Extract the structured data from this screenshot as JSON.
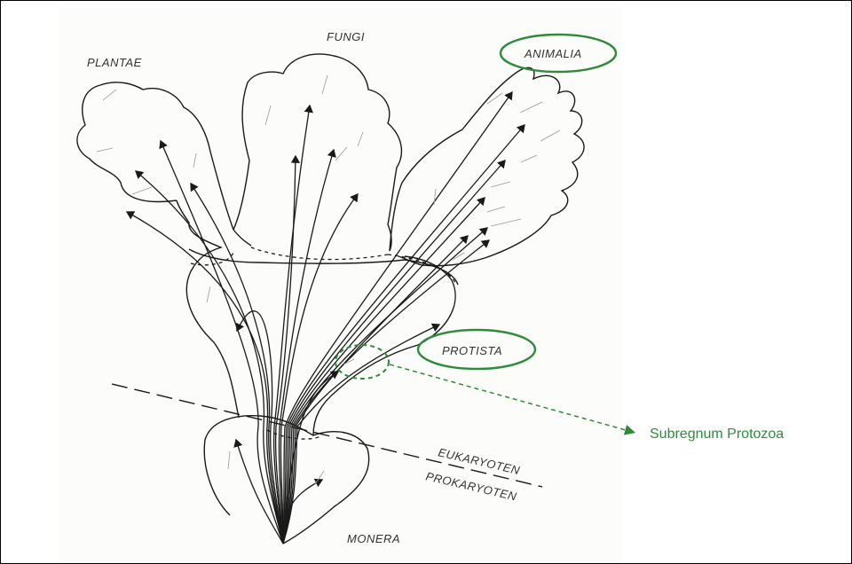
{
  "kingdoms": {
    "plantae": "PLANTAE",
    "fungi": "FUNGI",
    "animalia": "ANIMALIA",
    "protista": "PROTISTA",
    "monera": "MONERA"
  },
  "boundary": {
    "upper": "EUKARYOTEN",
    "lower": "PROKARYOTEN"
  },
  "callout": {
    "label": "Subregnum Protozoa"
  },
  "colors": {
    "highlight": "#2e8b3a",
    "ink": "#1a1a1a",
    "background": "#ffffff"
  }
}
